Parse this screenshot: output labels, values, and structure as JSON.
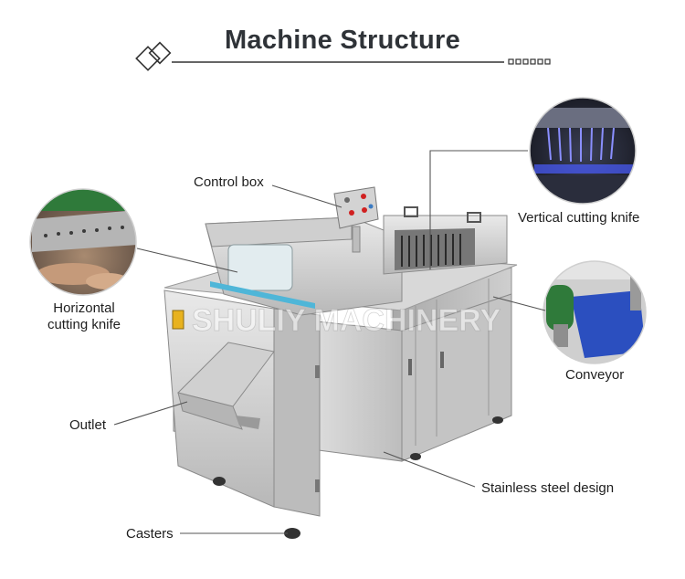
{
  "header": {
    "title": "Machine Structure"
  },
  "watermark": "SHULIY MACHINERY",
  "callouts": {
    "control_box": "Control box",
    "vertical_knife": "Vertical cutting knife",
    "horizontal_knife_line1": "Horizontal",
    "horizontal_knife_line2": "cutting knife",
    "conveyor": "Conveyor",
    "outlet": "Outlet",
    "stainless": "Stainless steel design",
    "casters": "Casters"
  },
  "colors": {
    "title": "#2f3338",
    "line": "#555555",
    "steel_light": "#d9d9d9",
    "steel_dark": "#9a9a9a",
    "conveyor_belt": "#2b4fbf",
    "roller_green": "#2f7a3a",
    "knife_glow": "#4a5cff",
    "button_red": "#d02020"
  }
}
